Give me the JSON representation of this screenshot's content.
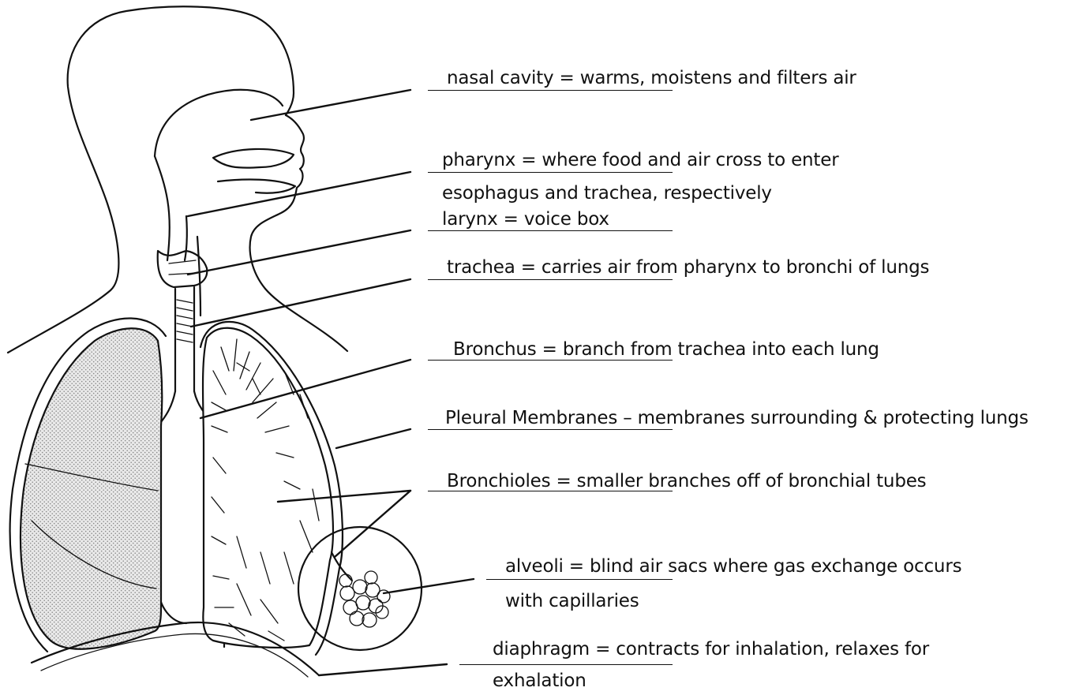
{
  "labels": {
    "nasal": "nasal cavity = warms, moistens and filters air",
    "pharynx_1": "pharynx = where food and air cross to enter",
    "pharynx_2": "esophagus and trachea, respectively",
    "larynx": "larynx = voice box",
    "trachea": "trachea = carries air from pharynx to bronchi of  lungs",
    "bronchus": "Bronchus = branch from trachea into each lung",
    "pleural": "Pleural Membranes – membranes surrounding & protecting lungs",
    "bronchioles": "Bronchioles = smaller branches off of bronchial tubes",
    "alveoli_1": "alveoli = blind air sacs where gas exchange occurs",
    "alveoli_2": "with capillaries",
    "diaphragm_1": "diaphragm = contracts for inhalation, relaxes for",
    "diaphragm_2": "exhalation"
  },
  "colors": {
    "ink": "#111111",
    "background": "#ffffff",
    "lung_stipple": "#bdbdbd"
  }
}
